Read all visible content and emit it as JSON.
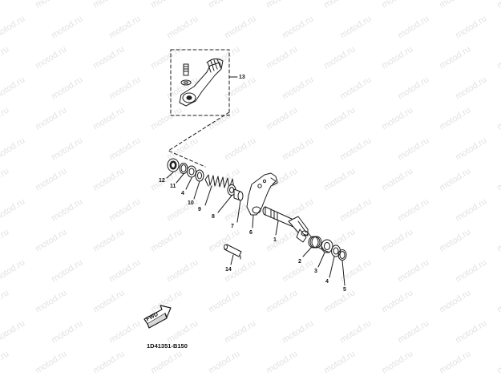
{
  "watermark": "motod.ru",
  "drawing_code": "1D41351-B150",
  "direction_label": "FWD",
  "callouts": {
    "c13": "13",
    "c12": "12",
    "c11": "11",
    "c4a": "4",
    "c10": "10",
    "c9": "9",
    "c8": "8",
    "c7": "7",
    "c6": "6",
    "c1": "1",
    "c2": "2",
    "c3": "3",
    "c4b": "4",
    "c5": "5",
    "c14": "14"
  },
  "parts": [
    {
      "ref": "shift-pedal-assembly",
      "callout": "13"
    },
    {
      "ref": "oil-seal",
      "callout": "12"
    },
    {
      "ref": "circlip",
      "callout": "11"
    },
    {
      "ref": "washer",
      "callout": "4"
    },
    {
      "ref": "collar",
      "callout": "10"
    },
    {
      "ref": "spring",
      "callout": "9"
    },
    {
      "ref": "collar",
      "callout": "8"
    },
    {
      "ref": "bushing",
      "callout": "7"
    },
    {
      "ref": "shift-lever",
      "callout": "6"
    },
    {
      "ref": "shift-shaft",
      "callout": "1"
    },
    {
      "ref": "torsion-spring",
      "callout": "2"
    },
    {
      "ref": "collar",
      "callout": "3"
    },
    {
      "ref": "washer",
      "callout": "4"
    },
    {
      "ref": "circlip",
      "callout": "5"
    },
    {
      "ref": "pin",
      "callout": "14"
    }
  ]
}
